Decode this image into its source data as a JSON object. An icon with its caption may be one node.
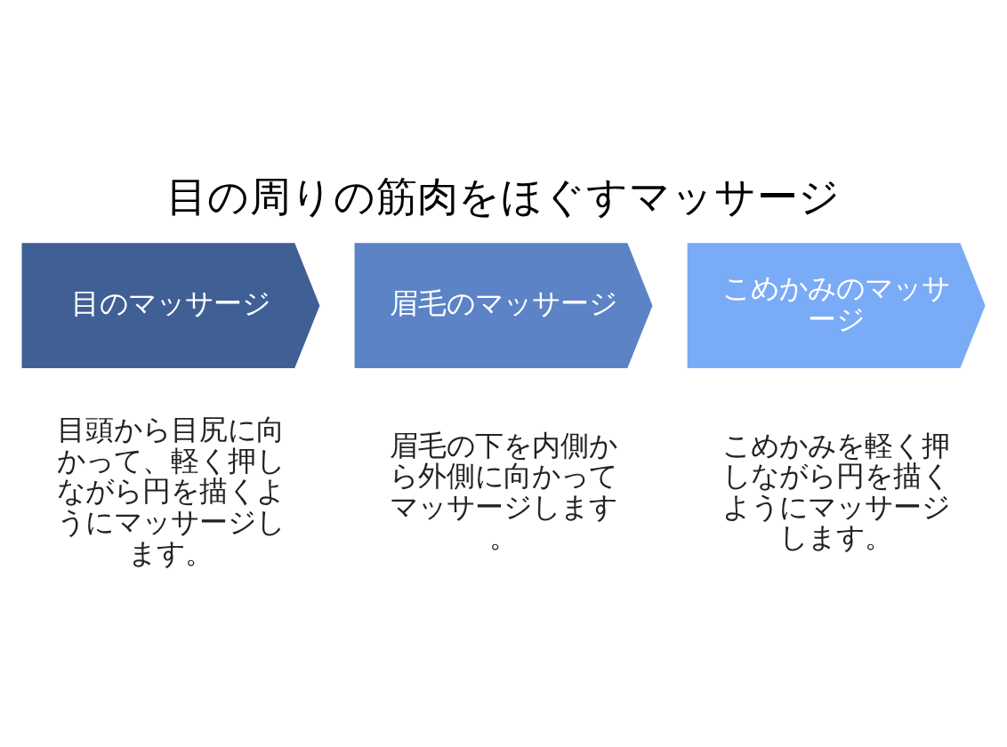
{
  "diagram": {
    "title": "目の周りの筋肉をほぐすマッサージ",
    "nodes": [
      {
        "text": [
          "目のマッサージ"
        ],
        "beside": [
          "目頭から目尻に向かって、軽く押しながら円を描くようにマッサージします。"
        ]
      },
      {
        "text": [
          "眉毛のマッサージ"
        ],
        "beside": [
          "眉毛の下を内側から外側に向かってマッサージします。"
        ]
      },
      {
        "text": [
          "こめかみのマッサージ"
        ],
        "beside": [
          "こめかみを軽く押しながら円を描くようにマッサージします。"
        ]
      }
    ]
  }
}
